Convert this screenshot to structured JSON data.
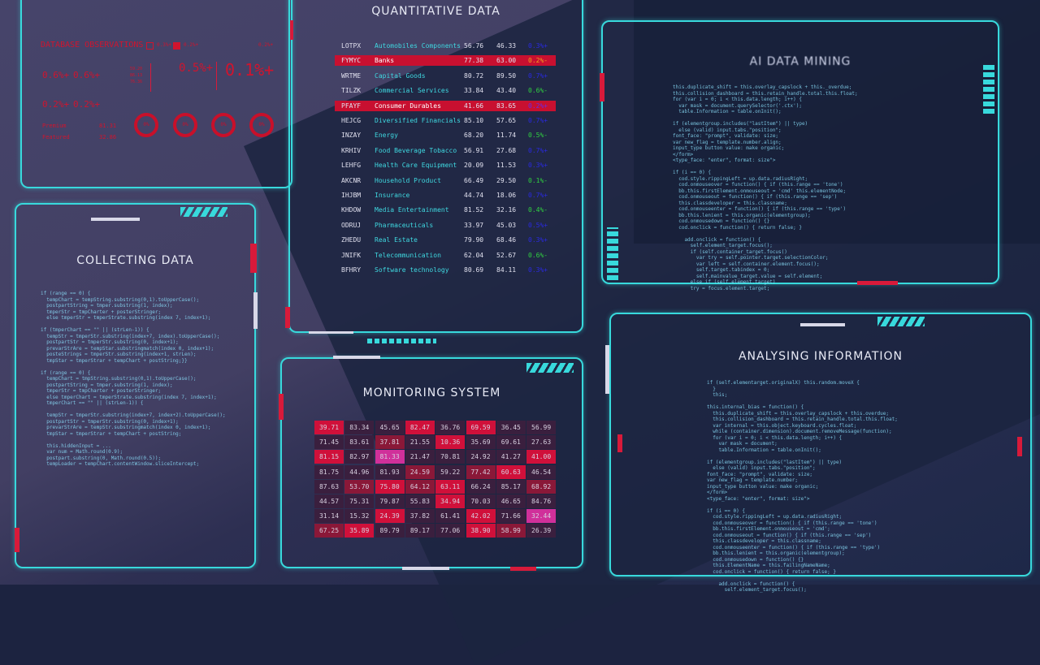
{
  "colors": {
    "accent": "#38d9dc",
    "alert": "#d0142e",
    "cell_levels": [
      "#3a1f3e",
      "#8a1838",
      "#d0103a",
      "#d0309a"
    ]
  },
  "panels": {
    "quantitative": "QUANTITATIVE DATA",
    "ai": "AI DATA MINING",
    "collecting": "COLLECTING DATA",
    "monitoring": "MONITORING SYSTEM",
    "analysing": "ANALYSING INFORMATION"
  },
  "observations": {
    "title": "DATABASE OBSERVATIONS",
    "legend": [
      "0.3%+",
      "0.2%+"
    ],
    "top_right": "0.2%+",
    "v1": "0.6%+",
    "v2": "0.6%+",
    "v3": "0.2%+",
    "v4": "0.2%+",
    "big1": "0.5%+",
    "big2": "0.1%+",
    "mini": [
      "59.20",
      "86.13",
      "76.36"
    ],
    "rings": [
      "0%",
      "0%",
      "0%",
      "0%"
    ],
    "items": [
      {
        "label": "Premium",
        "value": "81.31"
      },
      {
        "label": "Featured",
        "value": "32.86"
      }
    ]
  },
  "table": [
    {
      "code": "LOTPX",
      "name": "Automobiles Components",
      "a": "56.76",
      "b": "46.33",
      "c": "0.3%+",
      "color": "#2a2ae0",
      "hl": false
    },
    {
      "code": "FYMYC",
      "name": "Banks",
      "a": "77.38",
      "b": "63.00",
      "c": "0.2%-",
      "color": "#f0a020",
      "hl": true
    },
    {
      "code": "WRTME",
      "name": "Capital Goods",
      "a": "80.72",
      "b": "89.50",
      "c": "0.7%+",
      "color": "#2a2ae0",
      "hl": false
    },
    {
      "code": "TILZK",
      "name": "Commercial Services",
      "a": "33.84",
      "b": "43.40",
      "c": "0.6%-",
      "color": "#30d040",
      "hl": false
    },
    {
      "code": "PFAYF",
      "name": "Consumer Durables",
      "a": "41.66",
      "b": "83.65",
      "c": "0.2%+",
      "color": "#6a2ae0",
      "hl": true
    },
    {
      "code": "HEJCG",
      "name": "Diversified Financials",
      "a": "85.10",
      "b": "57.65",
      "c": "0.7%+",
      "color": "#2a2ae0",
      "hl": false
    },
    {
      "code": "INZAY",
      "name": "Energy",
      "a": "68.20",
      "b": "11.74",
      "c": "0.5%-",
      "color": "#30d040",
      "hl": false
    },
    {
      "code": "KRHIV",
      "name": "Food Beverage Tobacco",
      "a": "56.91",
      "b": "27.68",
      "c": "0.7%+",
      "color": "#2a2ae0",
      "hl": false
    },
    {
      "code": "LEHFG",
      "name": "Health Care Equipment",
      "a": "20.09",
      "b": "11.53",
      "c": "0.3%+",
      "color": "#2a2ae0",
      "hl": false
    },
    {
      "code": "AKCNR",
      "name": "Household Product",
      "a": "66.49",
      "b": "29.50",
      "c": "0.1%-",
      "color": "#30d040",
      "hl": false
    },
    {
      "code": "IHJBM",
      "name": "Insurance",
      "a": "44.74",
      "b": "18.06",
      "c": "0.7%+",
      "color": "#2a2ae0",
      "hl": false
    },
    {
      "code": "KHDOW",
      "name": "Media Entertainment",
      "a": "81.52",
      "b": "32.16",
      "c": "0.4%-",
      "color": "#30d040",
      "hl": false
    },
    {
      "code": "ODRUJ",
      "name": "Pharmaceuticals",
      "a": "33.97",
      "b": "45.03",
      "c": "0.5%+",
      "color": "#2a2ae0",
      "hl": false
    },
    {
      "code": "ZHEDU",
      "name": "Real Estate",
      "a": "79.90",
      "b": "68.46",
      "c": "0.3%+",
      "color": "#2a2ae0",
      "hl": false
    },
    {
      "code": "JNIFK",
      "name": "Telecommunication",
      "a": "62.04",
      "b": "52.67",
      "c": "0.6%-",
      "color": "#30d040",
      "hl": false
    },
    {
      "code": "BFHRY",
      "name": "Software technology",
      "a": "80.69",
      "b": "84.11",
      "c": "0.3%+",
      "color": "#2a2ae0",
      "hl": false
    }
  ],
  "heatmap": {
    "values": [
      [
        "39.71",
        "83.34",
        "45.65",
        "82.47",
        "36.76",
        "69.59",
        "36.45",
        "56.99"
      ],
      [
        "71.45",
        "83.61",
        "37.81",
        "21.55",
        "10.36",
        "35.69",
        "69.61",
        "27.63"
      ],
      [
        "81.15",
        "82.97",
        "81.33",
        "21.47",
        "70.81",
        "24.92",
        "41.27",
        "41.00"
      ],
      [
        "81.75",
        "44.96",
        "81.93",
        "24.59",
        "59.22",
        "77.42",
        "60.63",
        "46.54"
      ],
      [
        "87.63",
        "53.70",
        "75.80",
        "64.12",
        "63.11",
        "66.24",
        "85.17",
        "68.92"
      ],
      [
        "44.57",
        "75.31",
        "79.87",
        "55.83",
        "34.94",
        "70.03",
        "46.65",
        "84.76"
      ],
      [
        "31.14",
        "15.32",
        "24.39",
        "37.82",
        "61.41",
        "42.02",
        "71.66",
        "32.44"
      ],
      [
        "67.25",
        "35.89",
        "89.79",
        "89.17",
        "77.06",
        "38.90",
        "58.99",
        "26.39"
      ]
    ],
    "levels": [
      [
        2,
        0,
        0,
        2,
        0,
        2,
        0,
        0
      ],
      [
        0,
        0,
        1,
        0,
        2,
        0,
        0,
        0
      ],
      [
        2,
        0,
        3,
        0,
        0,
        0,
        0,
        2
      ],
      [
        0,
        0,
        0,
        1,
        0,
        1,
        2,
        0
      ],
      [
        0,
        1,
        2,
        1,
        2,
        0,
        0,
        1
      ],
      [
        0,
        0,
        0,
        0,
        2,
        0,
        0,
        0
      ],
      [
        0,
        0,
        2,
        0,
        0,
        2,
        0,
        3
      ],
      [
        1,
        2,
        0,
        0,
        0,
        2,
        1,
        0
      ]
    ]
  },
  "code": {
    "collecting": "if (range == 0) {\n  tempChart = tempString.substring(0,1).toUpperCase();\n  postpartString = tmper.substring(1, index);\n  tmperStr = tmpCharter + posterStringer;\n  else tmperStr = tmperStrate.substring(index 7, index+1);\n\nif (tmperChart == \"\" || (strLen-1)) {\n  tempStr = tmperStr.substring(index+7, index).toUpperCase();\n  postpartStr = tmperStr.substring(0, index+1);\n  prevarStrAre = tempStar.substringmatch(index 0, index+1);\n  posteStrings = tmperStr.substring(index+1, strLen);\n  tmpStar = tmperStrar + tempChart + postString;}}\n\nif (range == 0) {\n  tempChart = tmpString.substring(0,1).toUpperCase();\n  postpartString = tmper.substring(1, index);\n  tmperStr = tmpCharter + posterStringer;\n  else tmperChart = tmperStrate.substring(index 7, index+1);\n  tmperChart == \"\" || (strLen-1)) {\n\n  tempStr = tmperStr.substring(index+7, index+2).toUpperCase();\n  postpartStr = tmperStr.substring(0, index+1);\n  prevarStrAre = tempStr.substringmatch(index 0, index+1);\n  tmpStar = tmperStrar + tempChart + postString;\n\n  this.hiddenInput = ...\n  var num = Math.round(0.9);\n  postpart.substring(0, Math.round(0.5));\n  tempLoader = tempChart.contentWindow.sliceIntercept;",
    "ai": "this.duplicate_shift = this.overlay_capslock + this._overdue;\nthis.collision_dashboard = this.retain_handle.total.this.float;\nfor (var i = 0; i < this.data.length; i++) {\n  var mask = document.querySelector('.ctx');\n  table.Information = table.onInit();\n\nif (elementgroup.includes(\"lastItem\") || type)\n  else (valid) input.tabs.\"position\";\nfont_face: \"prompt\", validate: size;\nvar new_flag = template.number.align;\ninput_type button value: make organic;\n</form>\n<type_face: \"enter\", format: size\">\n\nif (i == 0) {\n  cod.style.rippingLeft = up.data.radiusRight;\n  cod.onmouseover = function() { if (this.range == 'tone')\n  bb.this.firstElement.onmouseout = 'cmd' this.elementNode;\n  cod.onmouseout = function() { if (this.range == 'sep')\n  this.classdeveloper = this.classname;\n  cod.onmouseenter = function() { if (this.range == 'type')\n  bb.this.lenient = this.organic(elementgroup);\n  cod.onmousedown = function() {}\n  cod.onclick = function() { return false; }\n\n    add.onclick = function() {\n      self.element_target.focus();\n      if (self.container_target.focus()\n        var try = self.pointer.target.selectionColor;\n        var left = self.container.element.focus();\n        self.target.tabindex = 0;\n        self.mainvalue_target.value = self.element;\n      else if (self.element.target)\n      try = focus.element.target;",
    "analysing": "if (self.elementarget.originalX) this.random.moveX {\n  }\n  this;\n\nthis.internal_bias = function() {\n  this.duplicate_shift = this.overlay_capslock + this.overdue;\n  this.collision_dashboard = this.retain_handle.total.this.float;\n  var internal = this.object.keyboard.cycles.float;\n  while (container.dimension).document.removeMessage(function);\n  for (var i = 0; i < this.data.length; i++) {\n    var mask = document;\n    table.Information = table.onInit();\n\nif (elementgroup.includes(\"lastItem\") || type)\n  else (valid) input.tabs.\"position\";\nfont_face: \"prompt\", validate: size;\nvar new_flag = template.number;\ninput_type button value: make organic;\n</form>\n<type_face: \"enter\", format: size\">\n\nif (i == 0) {\n  cod.style.rippingLeft = up.data.radiusRight;\n  cod.onmouseover = function() { if (this.range == 'tone')\n  bb.this.firstElement.onmouseout = 'cmd';\n  cod.onmouseout = function() { if (this.range == 'sep')\n  this.classdeveloper = this.classname;\n  cod.onmouseenter = function() { if (this.range == 'type')\n  bb.this.lenient = this.organic(elementgroup);\n  cod.onmousedown = function() {}\n  this.ElementName = this.failingNameName;\n  cod.onclick = function() { return false; }\n\n    add.onclick = function() {\n      self.element_target.focus();"
  }
}
